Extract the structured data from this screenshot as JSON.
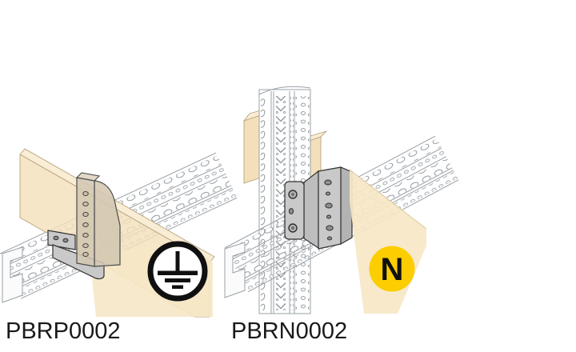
{
  "page": {
    "background": "#ffffff"
  },
  "figures": {
    "left": {
      "label": "PBRP0002",
      "badge": "protective-earth-symbol"
    },
    "right": {
      "label": "PBRN0002",
      "badge": "neutral-symbol",
      "badge_letter": "N"
    }
  },
  "colors": {
    "background": "#ffffff",
    "busbar": "#f3e0bb",
    "busbar_top": "#f9edd5",
    "highlight_wedge": "#f6e7c6",
    "rail_outline": "#9aa0a6",
    "bracket_grey": "#c9c9c9",
    "bracket_tan": "#d3c7b2",
    "badge_yellow": "#fccd00",
    "badge_ring_black": "#101010",
    "text": "#1a1a1a"
  }
}
